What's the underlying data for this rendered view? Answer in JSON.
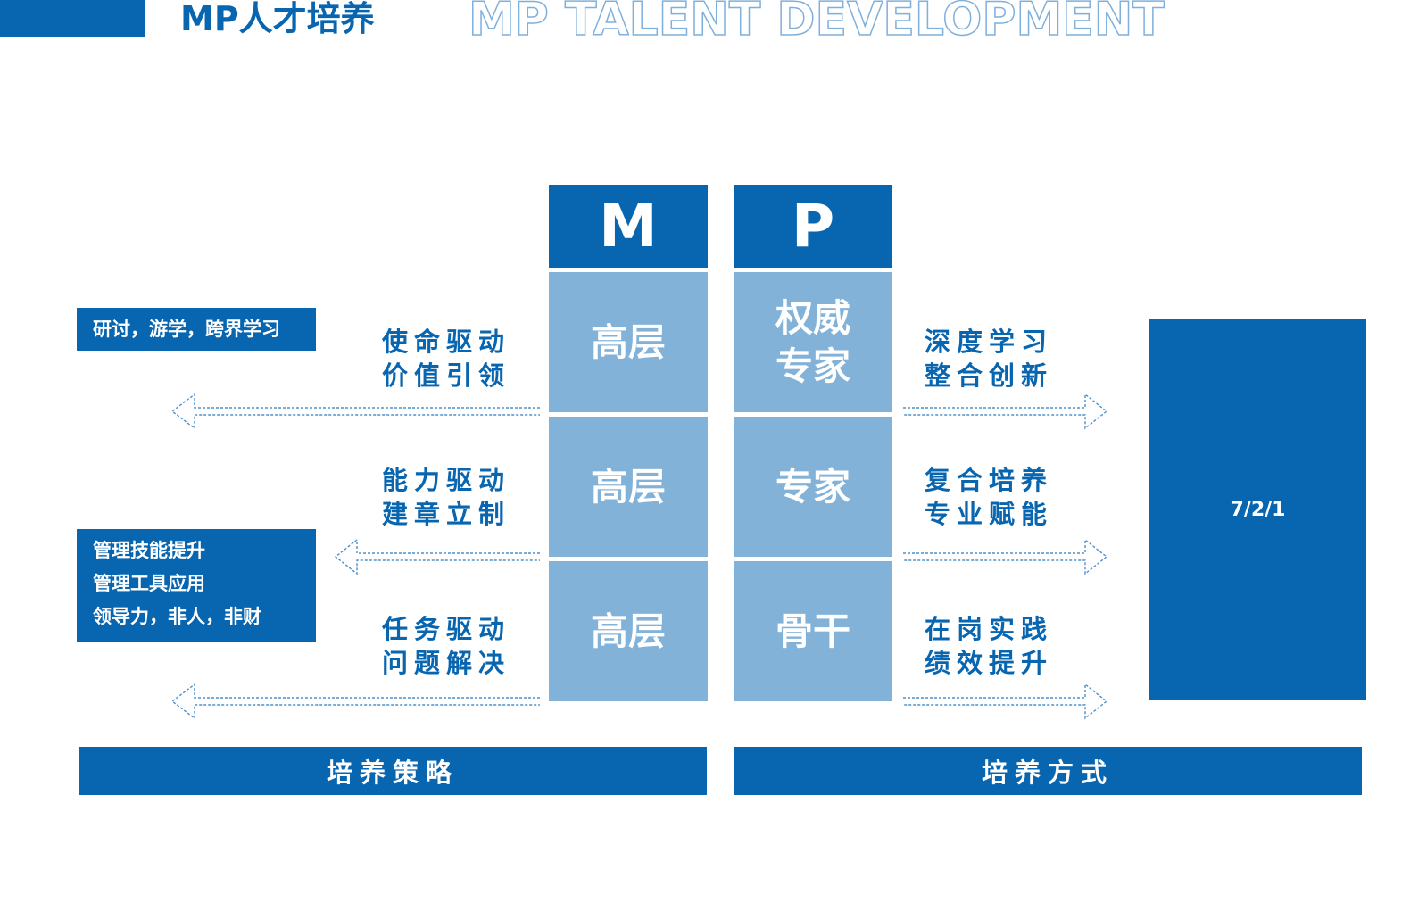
{
  "header": {
    "title_cn": "MP人才培养",
    "title_en": "MP TALENT DEVELOPMENT"
  },
  "columns": {
    "m_label": "M",
    "p_label": "P"
  },
  "rows": [
    {
      "m": "高层",
      "p": "权威\n专家",
      "left_text": "使命驱动\n价值引领",
      "right_text": "深度学习\n整合创新"
    },
    {
      "m": "高层",
      "p": "专家",
      "left_text": "能力驱动\n建章立制",
      "right_text": "复合培养\n专业赋能"
    },
    {
      "m": "高层",
      "p": "骨干",
      "left_text": "任务驱动\n问题解决",
      "right_text": "在岗实践\n绩效提升"
    }
  ],
  "notes": {
    "top": "研讨，游学，跨界学习",
    "middle": "管理技能提升\n管理工具应用\n领导力，非人，非财"
  },
  "ratio": "7/2/1",
  "footer": {
    "strategy": "培养策略",
    "method": "培养方式"
  },
  "colors": {
    "dark_blue": "#0865b0",
    "light_blue": "#83b2d8",
    "arrow_stroke": "#4f90cc"
  }
}
